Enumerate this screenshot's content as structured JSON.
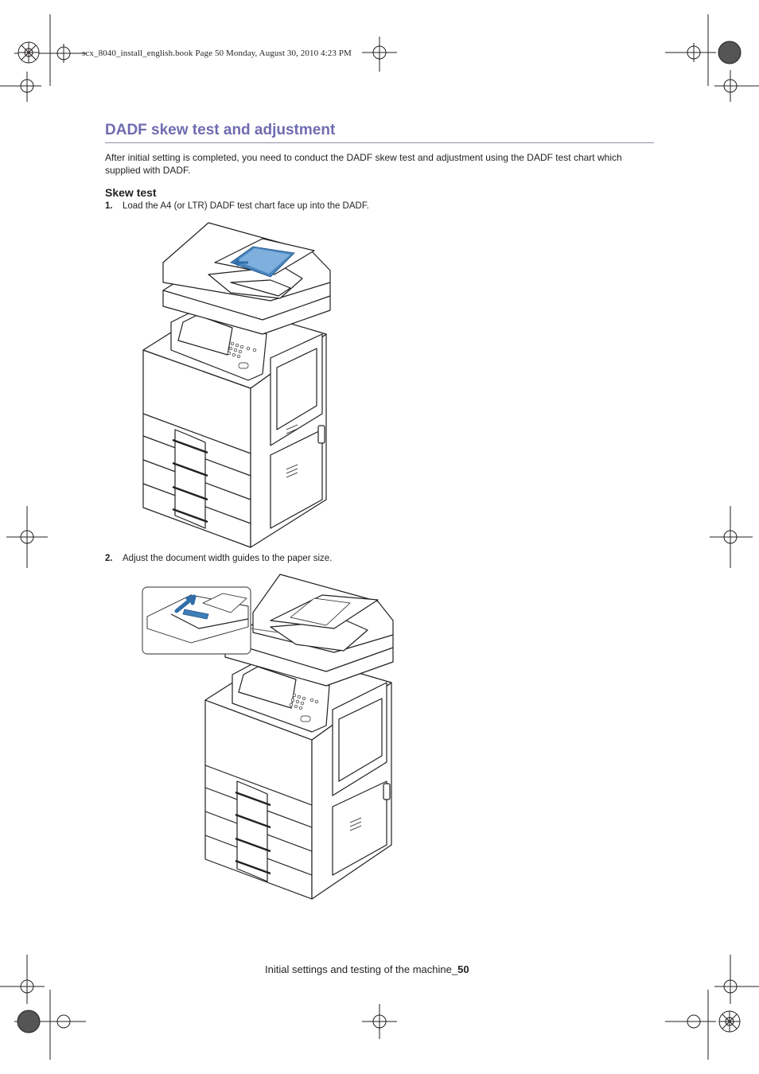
{
  "header": {
    "crop_line": "scx_8040_install_english.book  Page 50  Monday, August 30, 2010  4:23 PM"
  },
  "section": {
    "title": "DADF skew test and adjustment",
    "intro": "After initial setting is completed, you need to conduct the DADF skew test and adjustment using the DADF test chart which supplied with DADF.",
    "subheading": "Skew test"
  },
  "steps": [
    {
      "number": "1.",
      "text": "Load the A4 (or LTR) DADF test chart face up into the DADF."
    },
    {
      "number": "2.",
      "text": "Adjust the document width guides to the paper size."
    }
  ],
  "footer": {
    "text": "Initial settings and testing of the machine_",
    "page": "50"
  },
  "colors": {
    "title": "#6e6cb0",
    "test_chart": "#3f7fb8",
    "arrow": "#2f6ea8"
  }
}
